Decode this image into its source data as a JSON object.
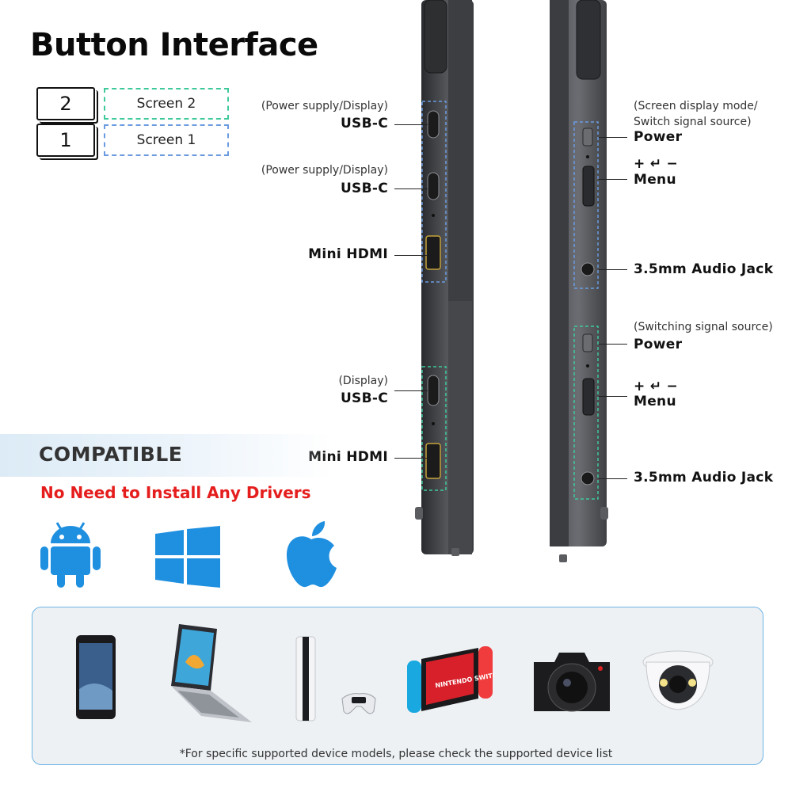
{
  "title": "Button Interface",
  "legend": [
    {
      "number": "2",
      "label": "Screen 2",
      "color": "#3ec99a"
    },
    {
      "number": "1",
      "label": "Screen 1",
      "color": "#6a9be0"
    }
  ],
  "left_ports": [
    {
      "note": "(Power supply/Display)",
      "name": "USB-C"
    },
    {
      "note": "(Power supply/Display)",
      "name": "USB-C"
    },
    {
      "note": "",
      "name": "Mini HDMI"
    },
    {
      "note": "(Display)",
      "name": "USB-C"
    },
    {
      "note": "",
      "name": "Mini HDMI"
    }
  ],
  "right_ports": [
    {
      "note_line1": "(Screen display mode/",
      "note_line2": "Switch signal source)",
      "name": "Power"
    },
    {
      "symbols": "+ ↵ −",
      "name": "Menu"
    },
    {
      "name": "3.5mm Audio Jack"
    },
    {
      "note_line1": "(Switching signal source)",
      "name": "Power"
    },
    {
      "symbols": "+ ↵ −",
      "name": "Menu"
    },
    {
      "name": "3.5mm Audio Jack"
    }
  ],
  "compatible": {
    "title": "COMPATIBLE",
    "subtitle": "No Need to Install Any Drivers",
    "os_icons": [
      "android-icon",
      "windows-icon",
      "apple-icon"
    ],
    "accent": "#1f8fe0",
    "subtitle_color": "#e51d1d"
  },
  "devices": {
    "items": [
      "smartphone",
      "laptop",
      "game-console",
      "nintendo-switch",
      "camera",
      "security-camera"
    ],
    "note": "*For specific supported device models, please check the supported device list",
    "switch_label": "NINTENDO SWITCH"
  }
}
